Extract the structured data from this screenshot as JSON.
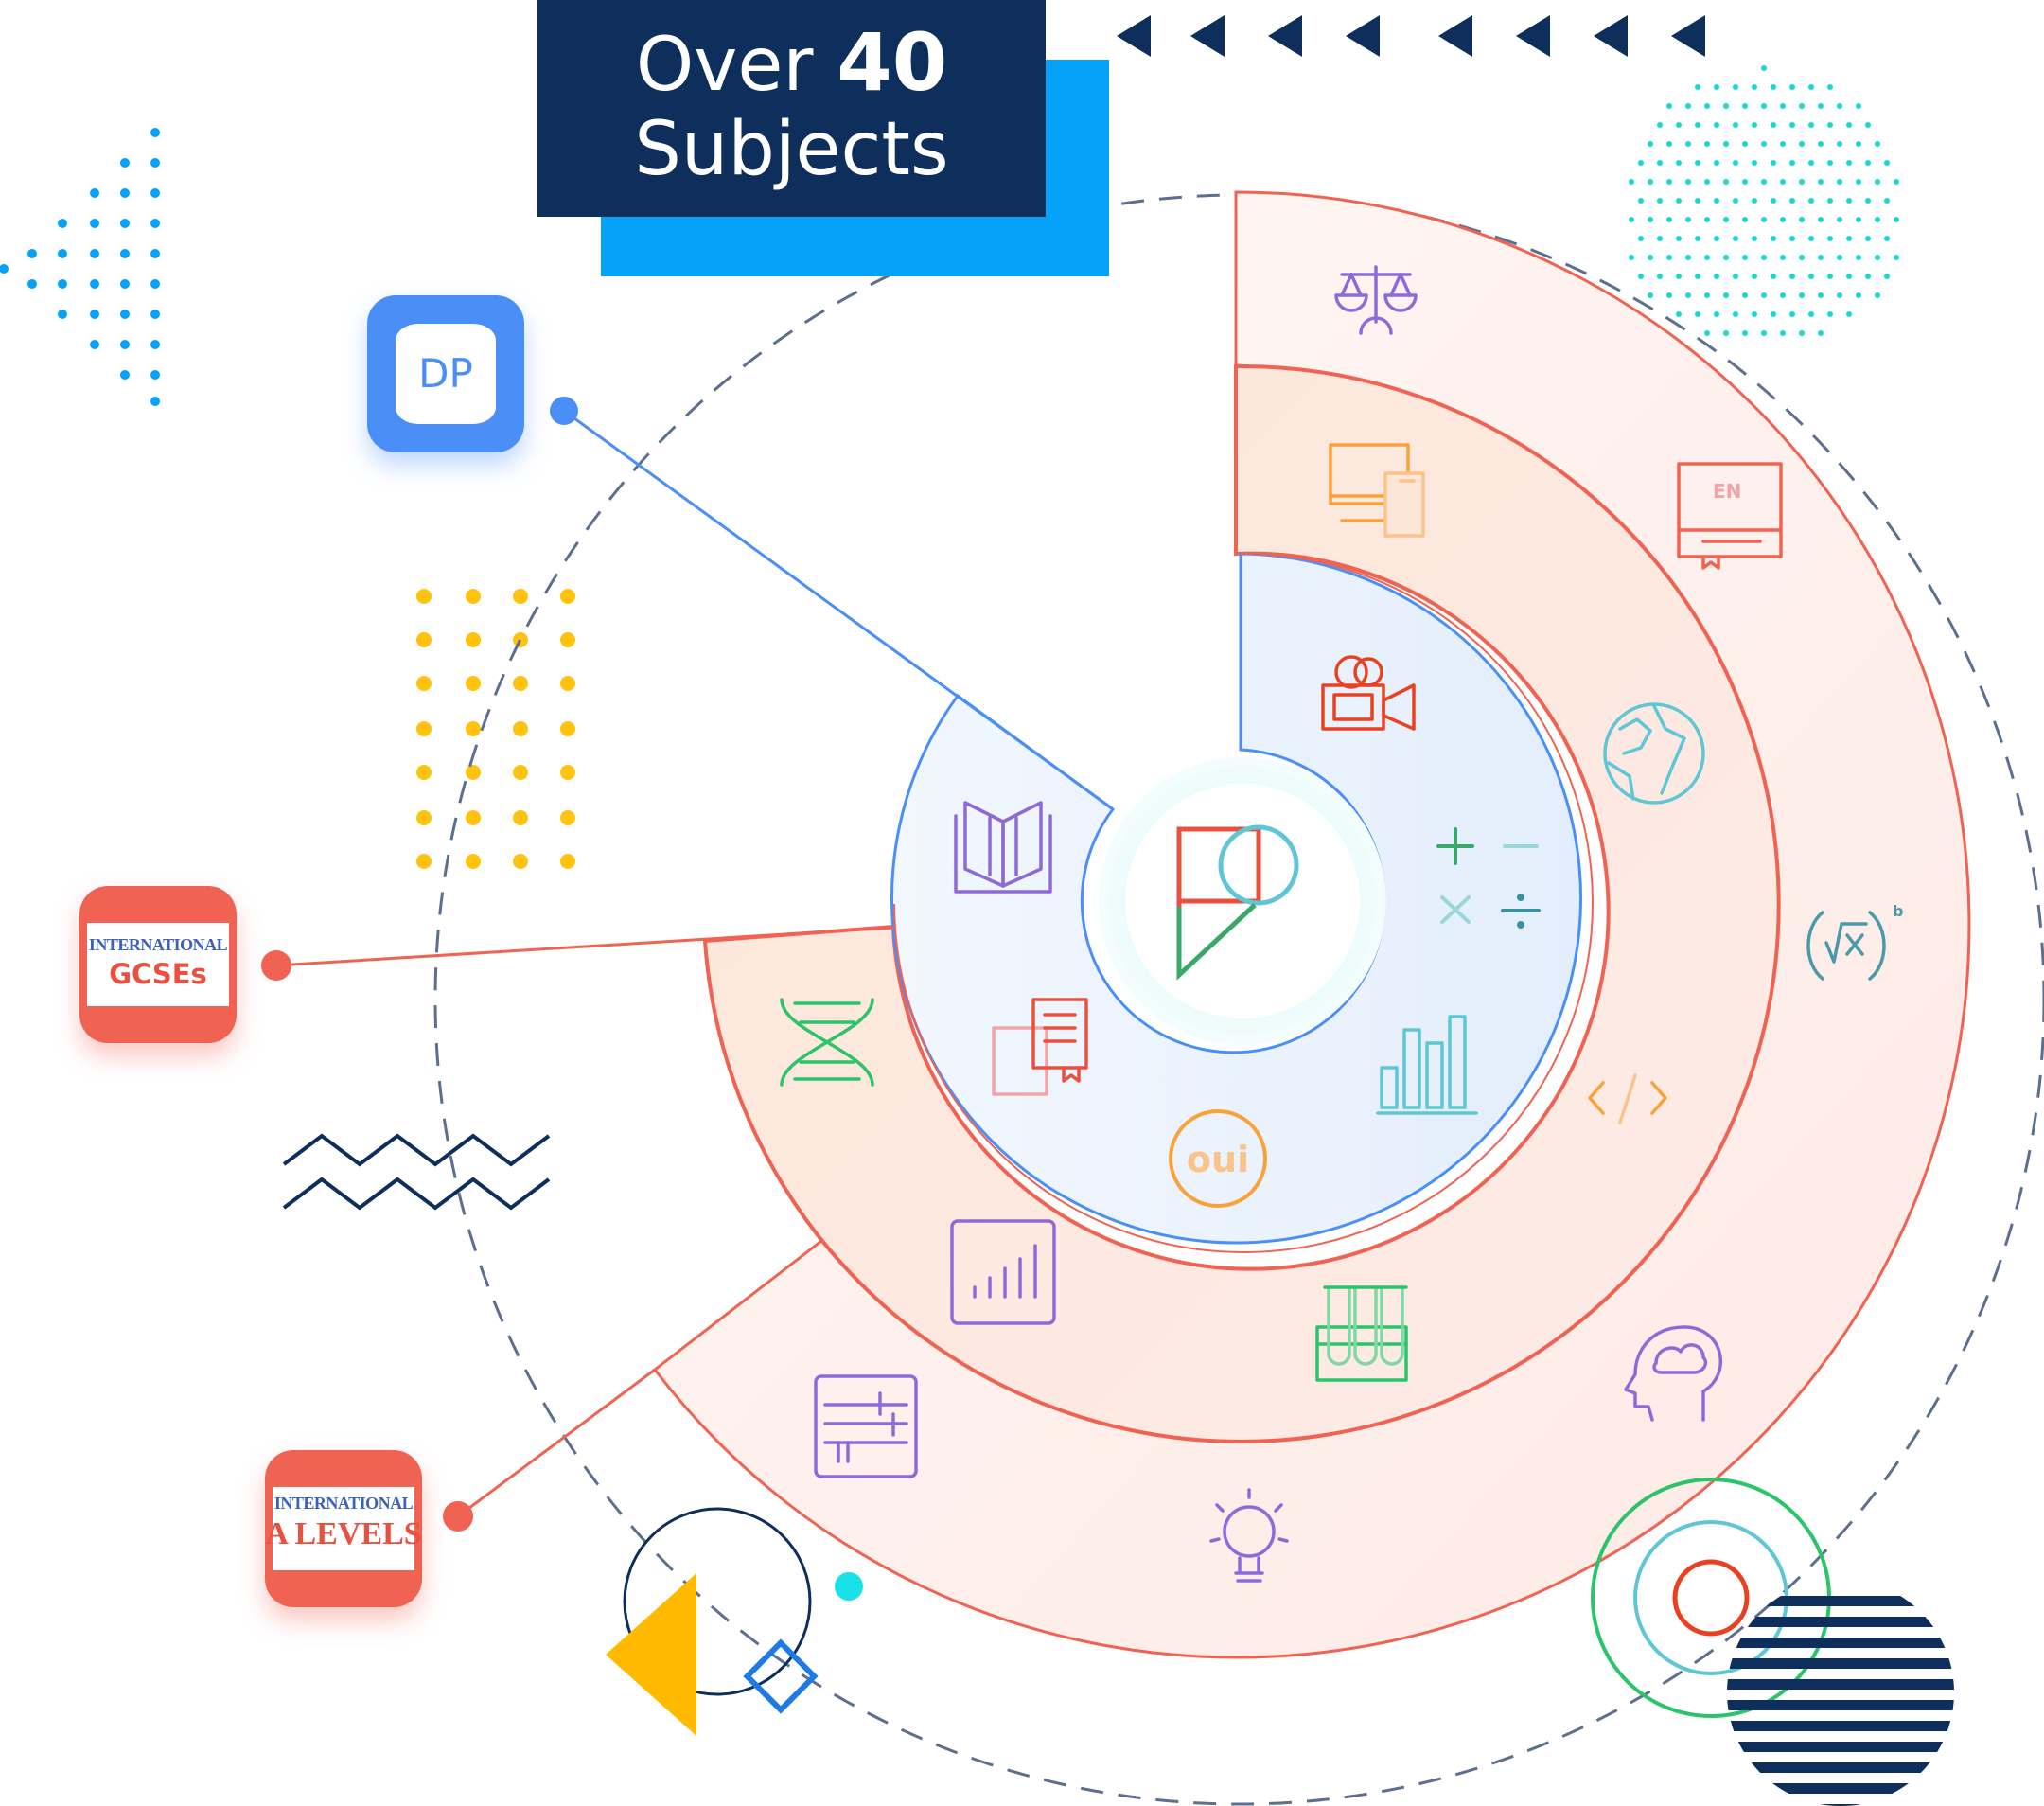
{
  "banner": {
    "prefix": "Over",
    "number": "40",
    "line2": "Subjects"
  },
  "programmes": {
    "dp": "DP",
    "igcse_top": "INTERNATIONAL",
    "igcse_bottom": "GCSEs",
    "alevel_top": "INTERNATIONAL",
    "alevel_bottom": "A LEVELS"
  },
  "center_logo": "RP",
  "icons": {
    "inner": [
      "film-camera-icon",
      "math-operators-icon",
      "bar-chart-icon",
      "french-oui-icon",
      "books-icon",
      "open-book-icon"
    ],
    "middle": [
      "devices-icon",
      "english-book-icon",
      "globe-icon",
      "code-icon",
      "test-tubes-icon",
      "chart-frame-icon",
      "dna-icon"
    ],
    "outer": [
      "scales-icon",
      "math-formula-icon",
      "brain-head-icon",
      "lightbulb-icon",
      "music-sheet-icon"
    ]
  },
  "labels": {
    "english": "EN",
    "french": "oui",
    "power": "b"
  },
  "colors": {
    "navy": "#0e2f5b",
    "sky": "#04a3f9",
    "coral": "#f06252",
    "blue": "#4a8ff7",
    "amber": "#ffc20e",
    "teal": "#19d9d0"
  }
}
